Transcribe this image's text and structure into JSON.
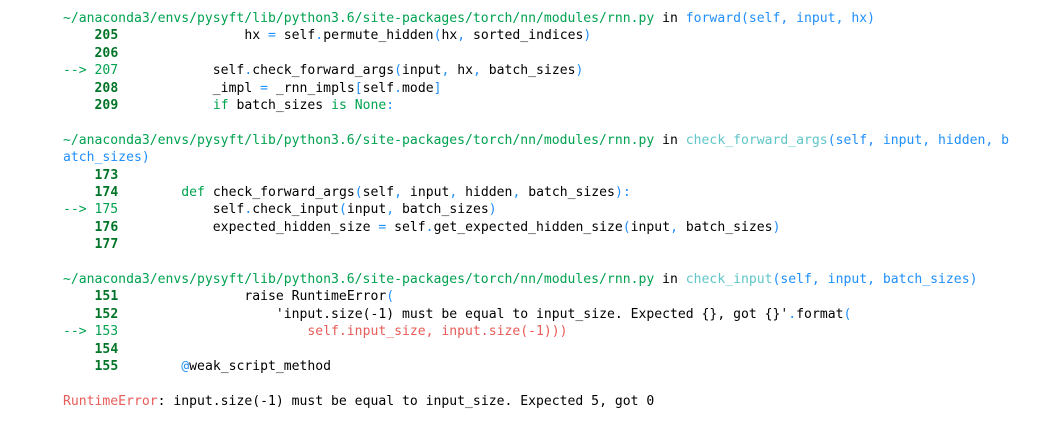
{
  "colors": {
    "green": "#00a250",
    "lineno": "#007427",
    "cyan": "#60c6c8",
    "blue": "#208ffb",
    "red": "#e75c58"
  },
  "traceback": [
    [
      {
        "t": "~/anaconda3/envs/pysyft/lib/python3.6/site-packages/torch/nn/modules/rnn.py",
        "c": "g"
      },
      {
        "t": " in ",
        "c": "k"
      },
      {
        "t": "forward",
        "c": "b"
      },
      {
        "t": "(self, input, hx)",
        "c": "b"
      }
    ],
    [
      {
        "t": "    205",
        "c": "ng"
      },
      {
        "t": "                hx ",
        "c": "k"
      },
      {
        "t": "=",
        "c": "b"
      },
      {
        "t": " self",
        "c": "k"
      },
      {
        "t": ".",
        "c": "b"
      },
      {
        "t": "permute_hidden",
        "c": "k"
      },
      {
        "t": "(",
        "c": "b"
      },
      {
        "t": "hx",
        "c": "k"
      },
      {
        "t": ",",
        "c": "b"
      },
      {
        "t": " sorted_indices",
        "c": "k"
      },
      {
        "t": ")",
        "c": "b"
      }
    ],
    [
      {
        "t": "    206",
        "c": "ng"
      }
    ],
    [
      {
        "t": "--> 207",
        "c": "g"
      },
      {
        "t": "            self",
        "c": "k"
      },
      {
        "t": ".",
        "c": "b"
      },
      {
        "t": "check_forward_args",
        "c": "k"
      },
      {
        "t": "(",
        "c": "b"
      },
      {
        "t": "input",
        "c": "k"
      },
      {
        "t": ",",
        "c": "b"
      },
      {
        "t": " hx",
        "c": "k"
      },
      {
        "t": ",",
        "c": "b"
      },
      {
        "t": " batch_sizes",
        "c": "k"
      },
      {
        "t": ")",
        "c": "b"
      }
    ],
    [
      {
        "t": "    208",
        "c": "ng"
      },
      {
        "t": "            _impl ",
        "c": "k"
      },
      {
        "t": "=",
        "c": "b"
      },
      {
        "t": " _rnn_impls",
        "c": "k"
      },
      {
        "t": "[",
        "c": "b"
      },
      {
        "t": "self",
        "c": "k"
      },
      {
        "t": ".",
        "c": "b"
      },
      {
        "t": "mode",
        "c": "k"
      },
      {
        "t": "]",
        "c": "b"
      }
    ],
    [
      {
        "t": "    209",
        "c": "ng"
      },
      {
        "t": "            ",
        "c": "k"
      },
      {
        "t": "if",
        "c": "g"
      },
      {
        "t": " batch_sizes ",
        "c": "k"
      },
      {
        "t": "is",
        "c": "g"
      },
      {
        "t": " ",
        "c": "k"
      },
      {
        "t": "None",
        "c": "g"
      },
      {
        "t": ":",
        "c": "b"
      }
    ],
    [],
    [
      {
        "t": "~/anaconda3/envs/pysyft/lib/python3.6/site-packages/torch/nn/modules/rnn.py",
        "c": "g"
      },
      {
        "t": " in ",
        "c": "k"
      },
      {
        "t": "check_forward_args",
        "c": "c"
      },
      {
        "t": "(self, input, hidden, batch_sizes)",
        "c": "b"
      }
    ],
    [
      {
        "t": "    173",
        "c": "ng"
      }
    ],
    [
      {
        "t": "    174",
        "c": "ng"
      },
      {
        "t": "        ",
        "c": "k"
      },
      {
        "t": "def",
        "c": "g"
      },
      {
        "t": " check_forward_args",
        "c": "k"
      },
      {
        "t": "(",
        "c": "b"
      },
      {
        "t": "self",
        "c": "k"
      },
      {
        "t": ",",
        "c": "b"
      },
      {
        "t": " input",
        "c": "k"
      },
      {
        "t": ",",
        "c": "b"
      },
      {
        "t": " hidden",
        "c": "k"
      },
      {
        "t": ",",
        "c": "b"
      },
      {
        "t": " batch_sizes",
        "c": "k"
      },
      {
        "t": "):",
        "c": "b"
      }
    ],
    [
      {
        "t": "--> 175",
        "c": "g"
      },
      {
        "t": "            self",
        "c": "k"
      },
      {
        "t": ".",
        "c": "b"
      },
      {
        "t": "check_input",
        "c": "k"
      },
      {
        "t": "(",
        "c": "b"
      },
      {
        "t": "input",
        "c": "k"
      },
      {
        "t": ",",
        "c": "b"
      },
      {
        "t": " batch_sizes",
        "c": "k"
      },
      {
        "t": ")",
        "c": "b"
      }
    ],
    [
      {
        "t": "    176",
        "c": "ng"
      },
      {
        "t": "            expected_hidden_size ",
        "c": "k"
      },
      {
        "t": "=",
        "c": "b"
      },
      {
        "t": " self",
        "c": "k"
      },
      {
        "t": ".",
        "c": "b"
      },
      {
        "t": "get_expected_hidden_size",
        "c": "k"
      },
      {
        "t": "(",
        "c": "b"
      },
      {
        "t": "input",
        "c": "k"
      },
      {
        "t": ",",
        "c": "b"
      },
      {
        "t": " batch_sizes",
        "c": "k"
      },
      {
        "t": ")",
        "c": "b"
      }
    ],
    [
      {
        "t": "    177",
        "c": "ng"
      }
    ],
    [],
    [
      {
        "t": "~/anaconda3/envs/pysyft/lib/python3.6/site-packages/torch/nn/modules/rnn.py",
        "c": "g"
      },
      {
        "t": " in ",
        "c": "k"
      },
      {
        "t": "check_input",
        "c": "c"
      },
      {
        "t": "(self, input, batch_sizes)",
        "c": "b"
      }
    ],
    [
      {
        "t": "    151",
        "c": "ng"
      },
      {
        "t": "                raise RuntimeError",
        "c": "k"
      },
      {
        "t": "(",
        "c": "b"
      }
    ],
    [
      {
        "t": "    152",
        "c": "ng"
      },
      {
        "t": "                    'input.size(-1) must be equal to input_size. Expected {}, got {}'",
        "c": "k"
      },
      {
        "t": ".",
        "c": "b"
      },
      {
        "t": "format",
        "c": "k"
      },
      {
        "t": "(",
        "c": "b"
      }
    ],
    [
      {
        "t": "--> 153",
        "c": "g"
      },
      {
        "t": "                        self.input_size, input.size(-1)))",
        "c": "r"
      }
    ],
    [
      {
        "t": "    154",
        "c": "ng"
      }
    ],
    [
      {
        "t": "    155",
        "c": "ng"
      },
      {
        "t": "        ",
        "c": "k"
      },
      {
        "t": "@",
        "c": "b"
      },
      {
        "t": "weak_script_method",
        "c": "k"
      }
    ],
    [],
    [
      {
        "t": "RuntimeError",
        "c": "r"
      },
      {
        "t": ": input.size(-1) must be equal to input_size. Expected 5, got 0",
        "c": "k"
      }
    ]
  ]
}
